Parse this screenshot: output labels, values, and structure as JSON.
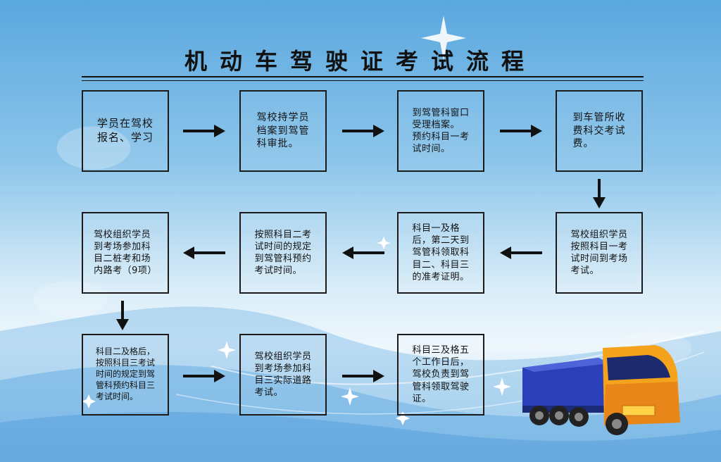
{
  "title": "机动车驾驶证考试流程",
  "steps": [
    "学员在驾校\n报名、学习",
    "驾校持学员\n档案到驾管\n科审批。",
    "到驾管科窗口\n受理档案。\n预约科目一考\n试时间。",
    "到车管所收\n费科交考试\n费。",
    "驾校组织学员\n按照科目一考\n试时间到考场\n考试。",
    "科目一及格\n后，第二天到\n驾管科领取科\n目二、科目三\n的准考证明。",
    "按照科目二考\n试时间的规定\n到驾管科预约\n考试时间。",
    "驾校组织学员\n到考场参加科\n目二桩考和场\n内路考（9项）",
    "科目二及格后，\n按照科目三考试\n时间的规定到驾\n管科预约科目三\n考试时间。",
    "驾校组织学员\n到考场参加科\n目三实际道路\n考试。",
    "科目三及格五\n个工作日后，\n驾校负责到驾\n管科领取驾驶\n证。"
  ],
  "arrows": [
    "right",
    "right",
    "right",
    "down",
    "left",
    "left",
    "left",
    "down",
    "right",
    "right"
  ],
  "decorations": {
    "star_icon": "sparkle-star",
    "truck_icon": "dump-truck",
    "colors": {
      "sky": "#5aa8df",
      "wave": "#3f8fd6",
      "text": "#111111",
      "truck_cab": "#f5a21c",
      "truck_body": "#2b3fb8"
    }
  }
}
